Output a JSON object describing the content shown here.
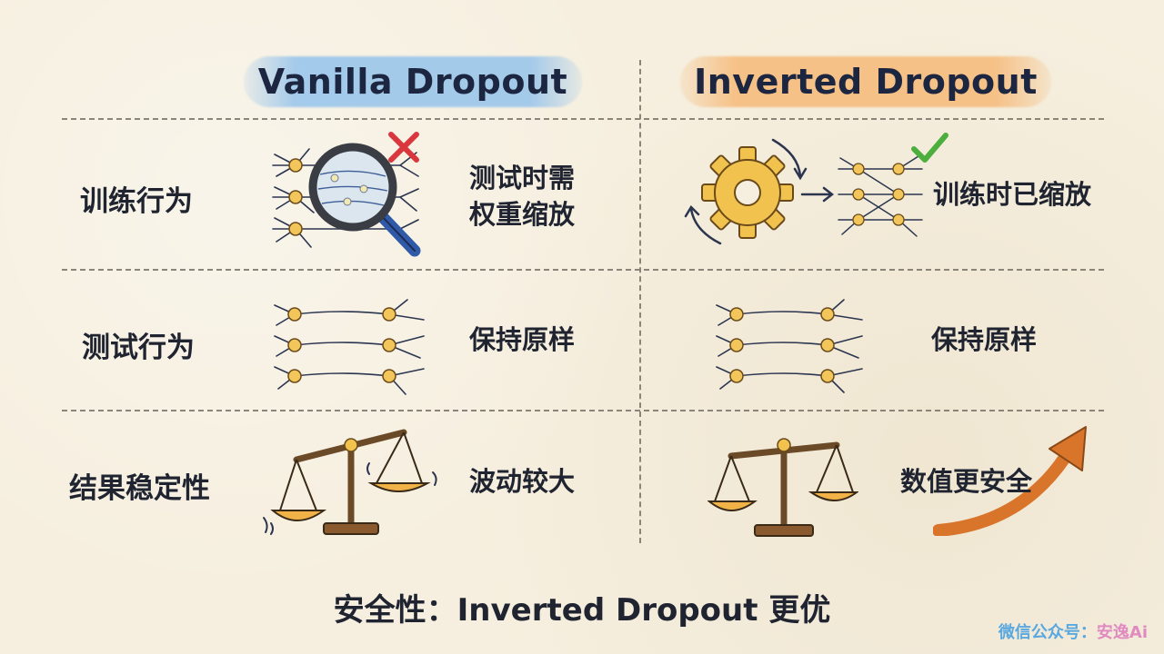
{
  "columns": {
    "left_title": "Vanilla Dropout",
    "right_title": "Inverted Dropout"
  },
  "rows": [
    {
      "label": "训练行为",
      "left_line1": "测试时需",
      "left_line2": "权重缩放",
      "right": "训练时已缩放"
    },
    {
      "label": "测试行为",
      "left": "保持原样",
      "right": "保持原样"
    },
    {
      "label": "结果稳定性",
      "left": "波动较大",
      "right": "数值更安全"
    }
  ],
  "footer": "安全性：Inverted Dropout 更优",
  "watermark": {
    "prefix": "微信公众号：",
    "name": "安逸Ai"
  },
  "icons": {
    "row1_left": [
      "neuron-network-icon",
      "magnifier-icon",
      "red-cross-icon"
    ],
    "row1_right": [
      "gear-icon",
      "cycle-arrows-icon",
      "neuron-network-icon",
      "green-check-icon"
    ],
    "row2": [
      "neuron-network-icon"
    ],
    "row3_left": [
      "wobbling-balance-scale-icon"
    ],
    "row3_right": [
      "balance-scale-icon",
      "rising-arrow-icon"
    ]
  },
  "colors": {
    "background": "#f6efdf",
    "left_header": "#96c3eb",
    "right_header": "#f5b978",
    "gear": "#f1c24e",
    "check": "#4cae3c",
    "cross": "#d9363e",
    "arrow": "#d9752a"
  }
}
